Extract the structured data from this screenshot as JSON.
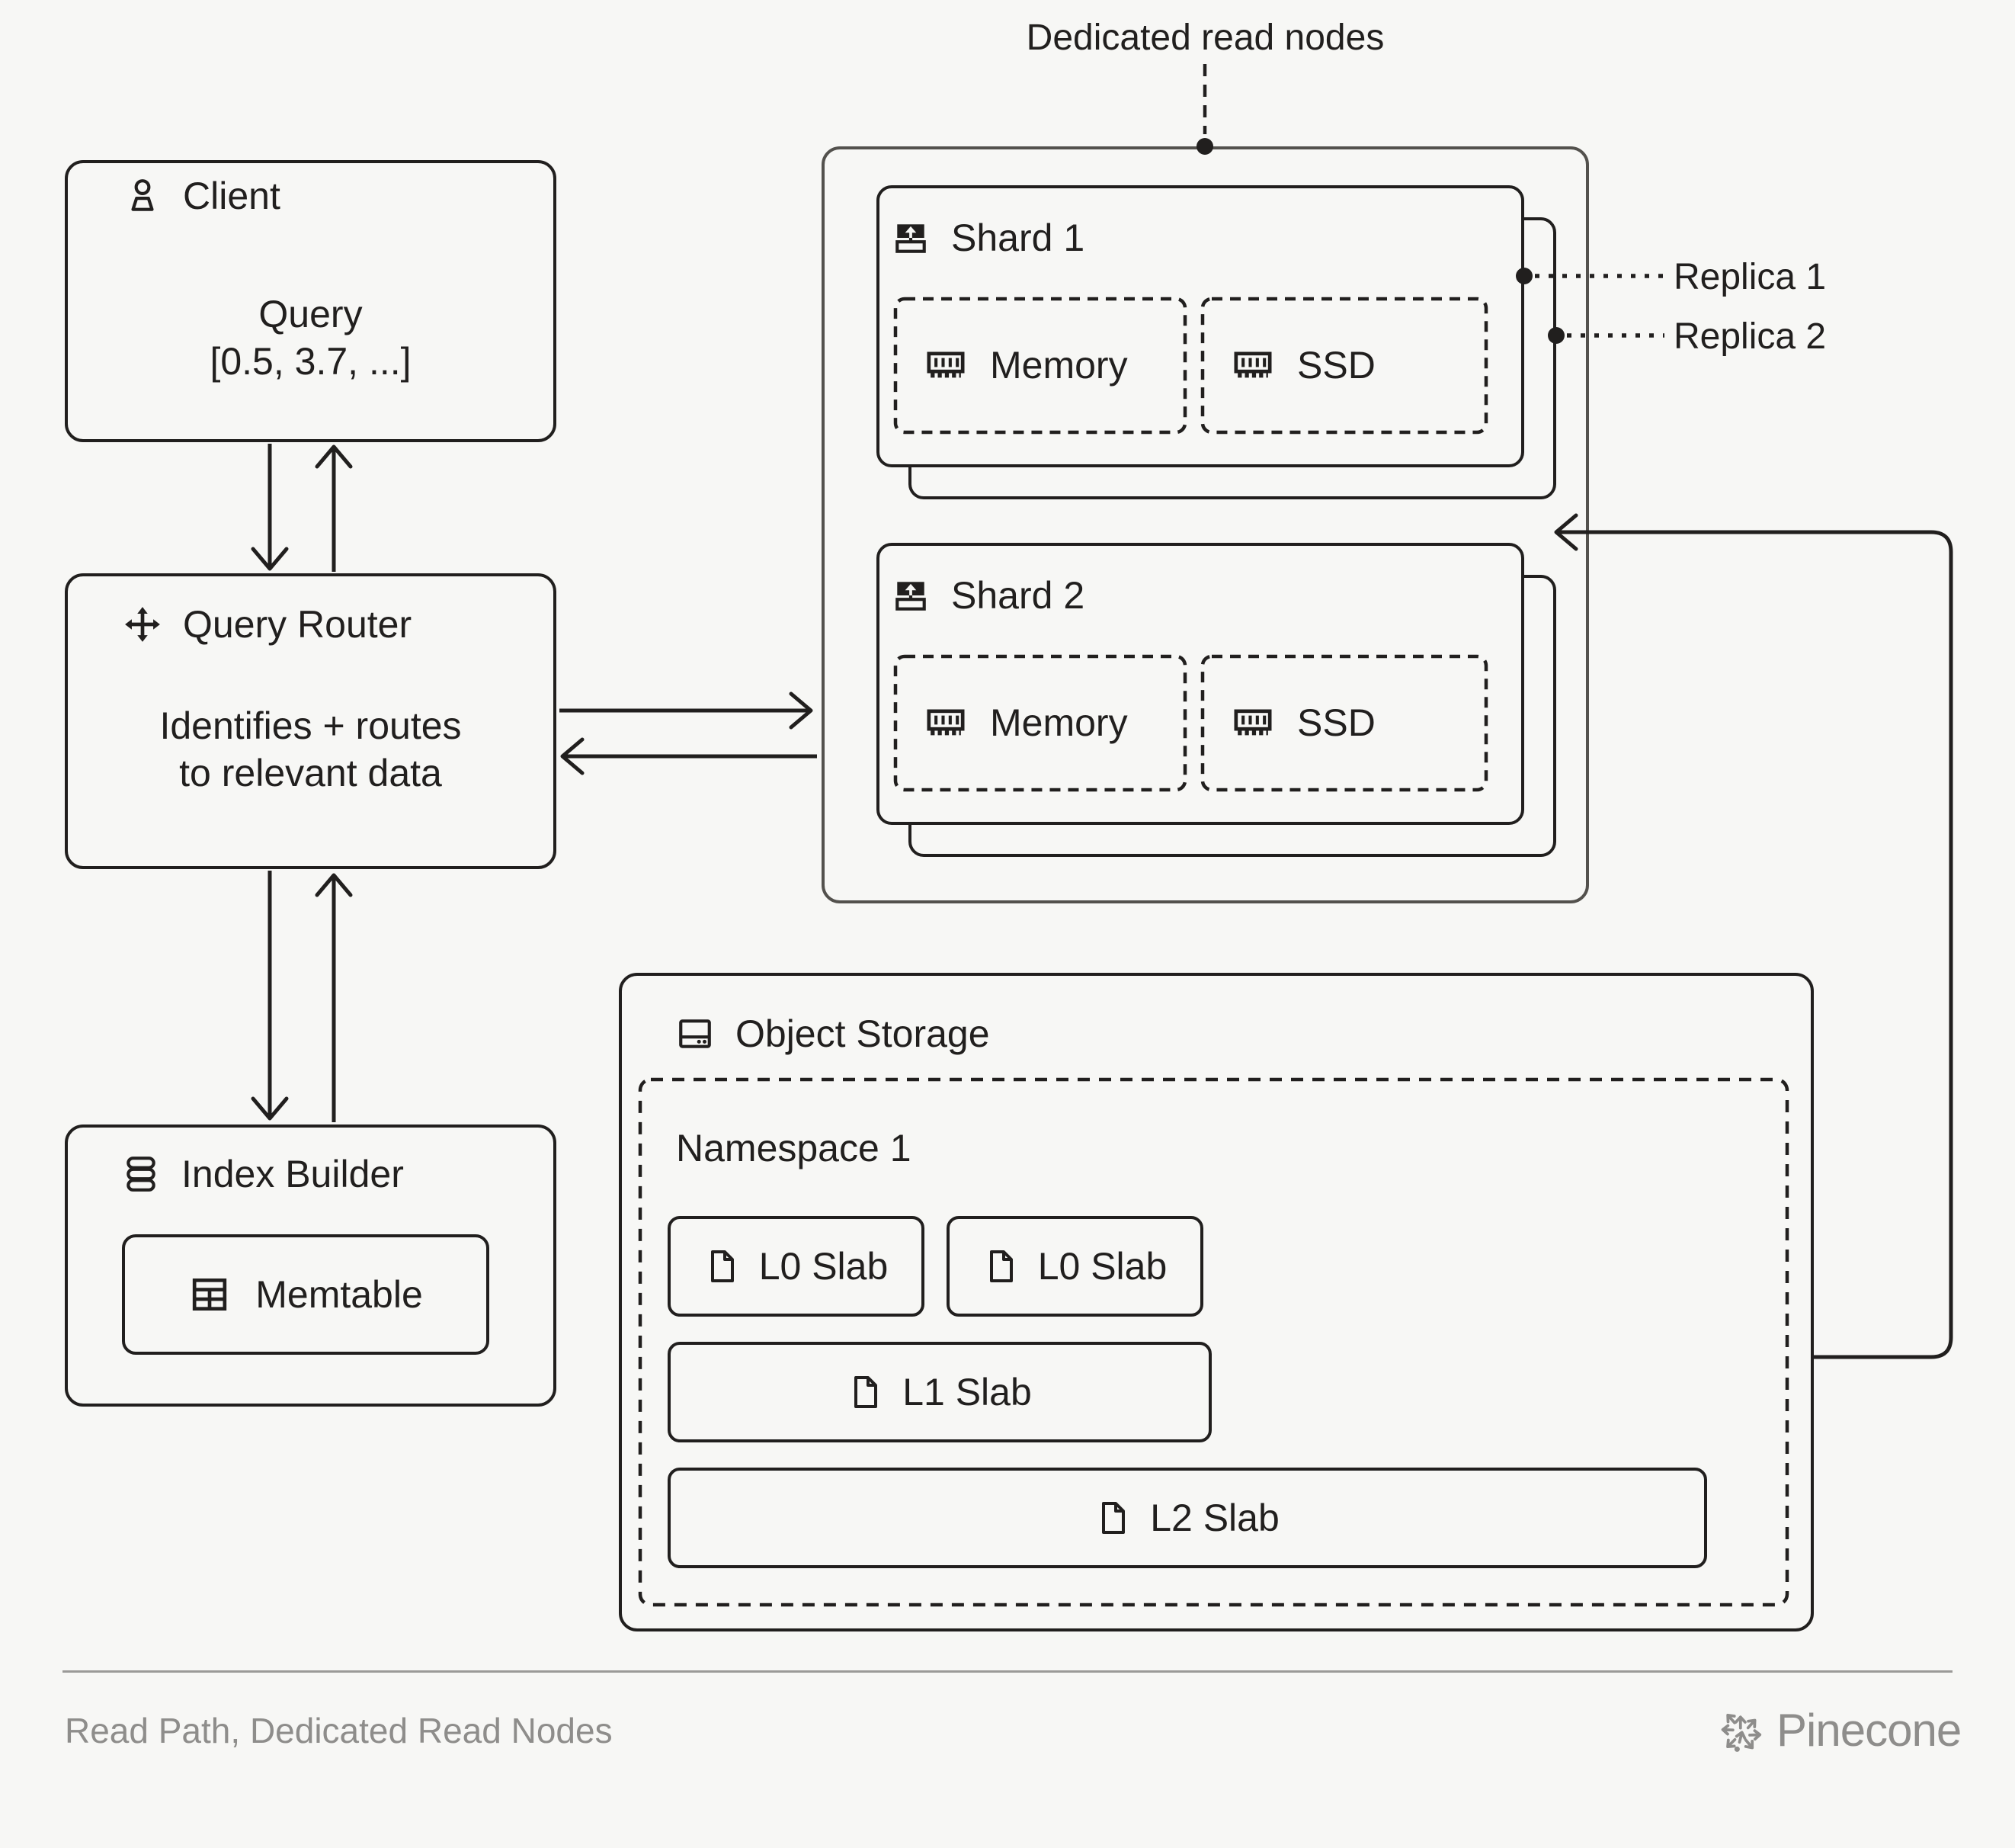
{
  "colors": {
    "background": "#f7f7f5",
    "line": "#211f1e",
    "outer_box_line": "#53514d",
    "footer_text": "#8e8d8b"
  },
  "client": {
    "label": "Client",
    "query_line1": "Query",
    "query_line2": "[0.5, 3.7, ...]"
  },
  "query_router": {
    "label": "Query Router",
    "desc_line1": "Identifies + routes",
    "desc_line2": "to relevant data"
  },
  "index_builder": {
    "label": "Index Builder",
    "memtable_label": "Memtable"
  },
  "read_nodes": {
    "label": "Dedicated read nodes",
    "shards": [
      {
        "label": "Shard 1",
        "memory_label": "Memory",
        "ssd_label": "SSD"
      },
      {
        "label": "Shard 2",
        "memory_label": "Memory",
        "ssd_label": "SSD"
      }
    ],
    "replicas": [
      {
        "label": "Replica 1"
      },
      {
        "label": "Replica 2"
      }
    ]
  },
  "object_storage": {
    "label": "Object Storage",
    "namespace": {
      "label": "Namespace 1",
      "slabs": [
        {
          "label": "L0 Slab"
        },
        {
          "label": "L0 Slab"
        },
        {
          "label": "L1 Slab"
        },
        {
          "label": "L2 Slab"
        }
      ]
    }
  },
  "footer": {
    "caption": "Read Path, Dedicated Read Nodes",
    "brand": "Pinecone"
  }
}
